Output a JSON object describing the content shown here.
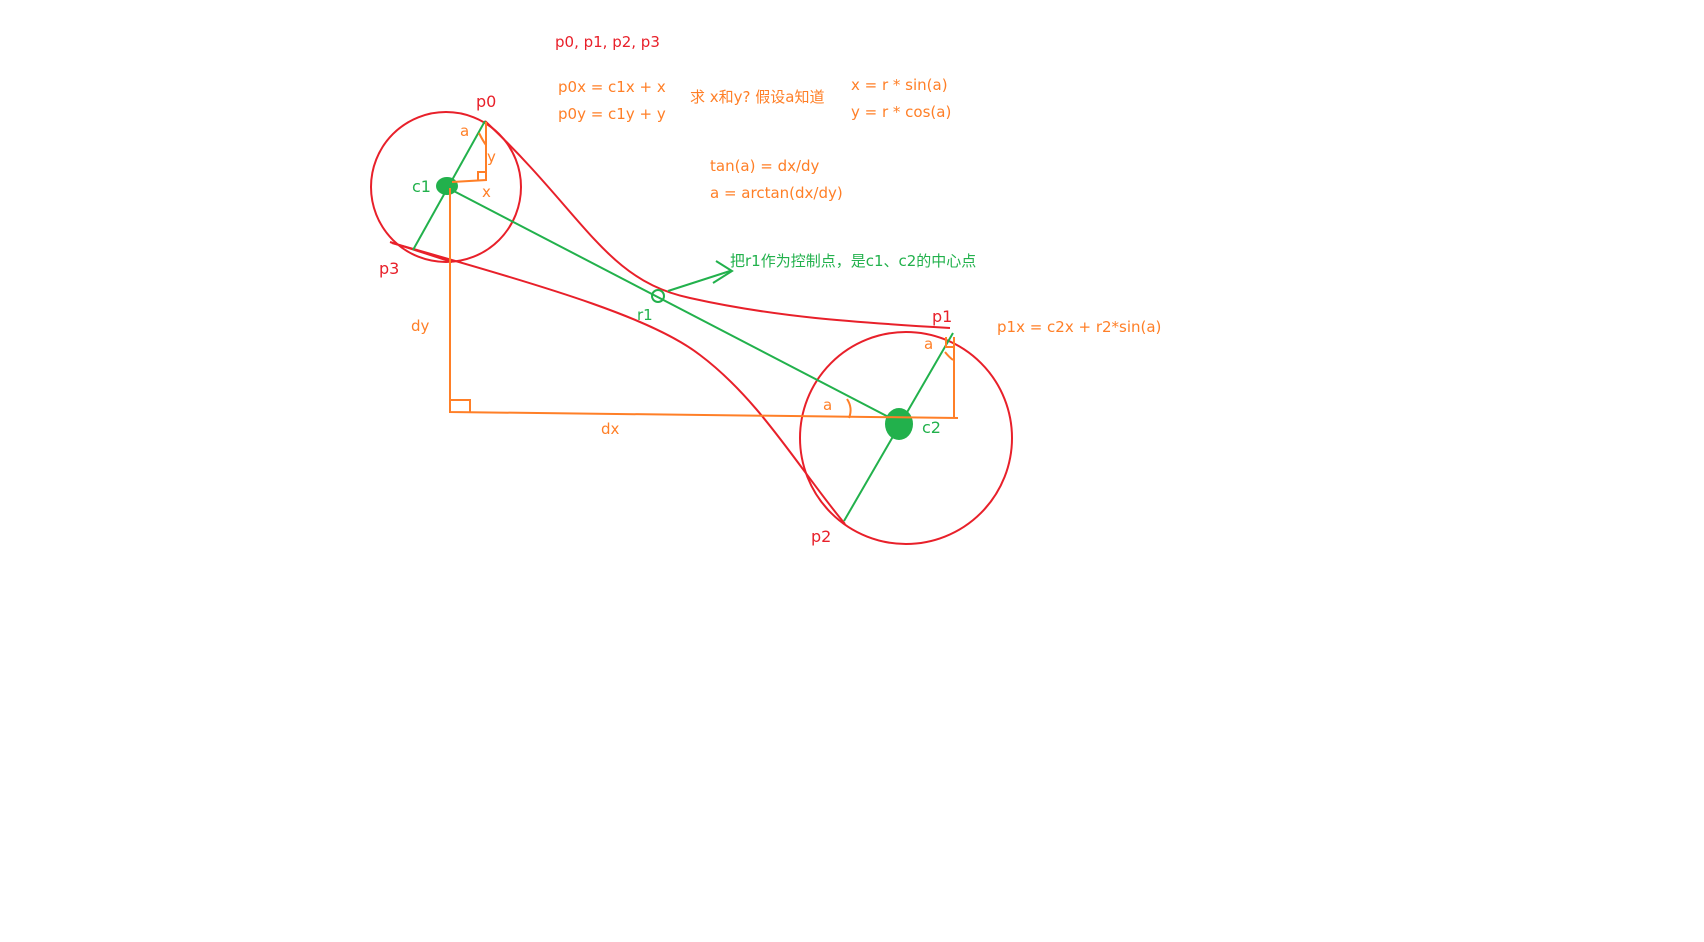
{
  "colors": {
    "red": "#e8202a",
    "orange": "#ff7f27",
    "green": "#22b14c",
    "background": "#ffffff"
  },
  "header": {
    "points_list": "p0, p1, p2, p3"
  },
  "formulas": {
    "p0x": "p0x = c1x + x",
    "p0y": "p0y = c1y + y",
    "question": "求 x和y? 假设a知道",
    "x_eq": "x = r * sin(a)",
    "y_eq": "y = r * cos(a)",
    "tan_eq": "tan(a) = dx/dy",
    "atan_eq": "a = arctan(dx/dy)",
    "p1x_eq": "p1x = c2x + r2*sin(a)"
  },
  "note": {
    "control_point": "把r1作为控制点，是c1、c2的中心点"
  },
  "labels": {
    "p0": "p0",
    "p1": "p1",
    "p2": "p2",
    "p3": "p3",
    "c1": "c1",
    "c2": "c2",
    "r1": "r1",
    "dx": "dx",
    "dy": "dy",
    "x": "x",
    "y": "y",
    "angle_c1": "a",
    "angle_c2_top": "a",
    "angle_c2_mid": "a"
  }
}
